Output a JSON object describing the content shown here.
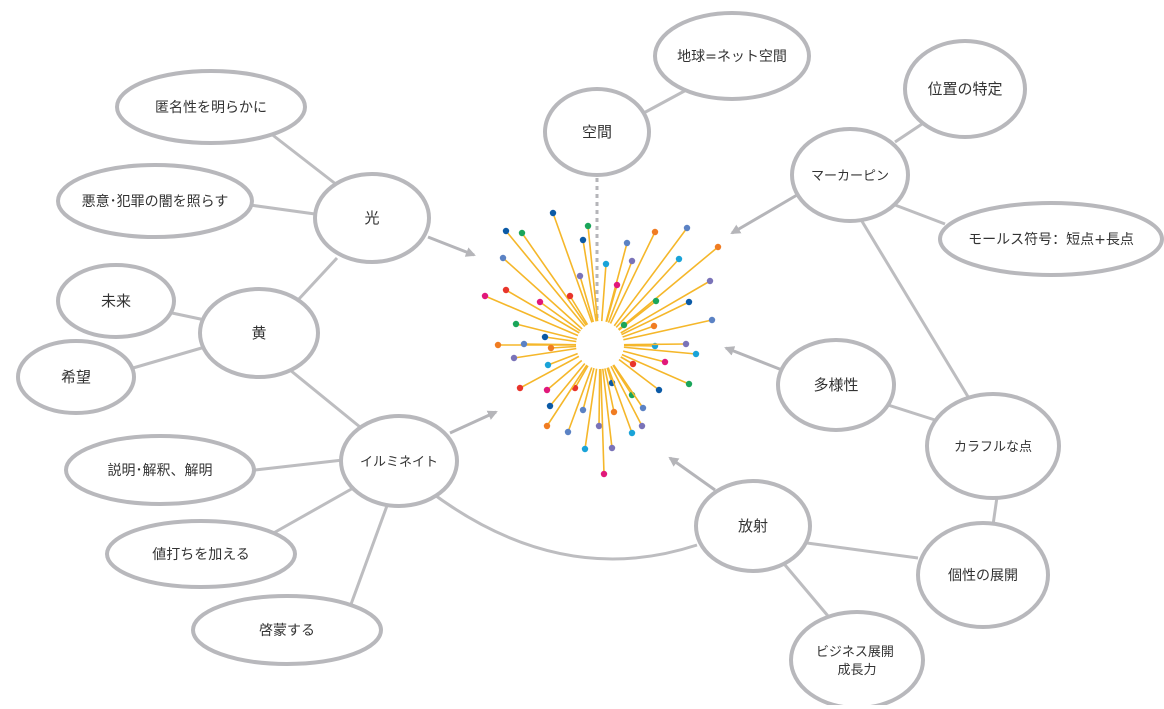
{
  "diagram": {
    "center_label": "",
    "nodes": [
      {
        "id": "kuukan",
        "label": "空間"
      },
      {
        "id": "chikyu",
        "label": "地球=ネット空間"
      },
      {
        "id": "ichi",
        "label": "位置の特定"
      },
      {
        "id": "marker",
        "label": "マーカーピン"
      },
      {
        "id": "morse",
        "label": "モールス符号：短点+長点"
      },
      {
        "id": "tokumei",
        "label": "匿名性を明らかに"
      },
      {
        "id": "hikari",
        "label": "光"
      },
      {
        "id": "akui",
        "label": "悪意･犯罪の闇を照らす"
      },
      {
        "id": "mirai",
        "label": "未来"
      },
      {
        "id": "ki",
        "label": "黄"
      },
      {
        "id": "kibou",
        "label": "希望"
      },
      {
        "id": "illuminate",
        "label": "イルミネイト"
      },
      {
        "id": "setsumei",
        "label": "説明･解釈、解明"
      },
      {
        "id": "neuchi",
        "label": "値打ちを加える"
      },
      {
        "id": "keimou",
        "label": "啓蒙する"
      },
      {
        "id": "tayou",
        "label": "多様性"
      },
      {
        "id": "colorful",
        "label": "カラフルな点"
      },
      {
        "id": "hoshya",
        "label": "放射"
      },
      {
        "id": "kosei",
        "label": "個性の展開"
      },
      {
        "id": "business",
        "label": "ビジネス展開\n成長力"
      }
    ]
  },
  "colors": {
    "node_stroke": "#b8b8bc",
    "edge": "#bdbdc0",
    "arrow": "#b5b5b9",
    "ray": "#f5b72a",
    "dots": [
      "#0b5aa6",
      "#e8352b",
      "#19a3d8",
      "#f07c22",
      "#1aa55a",
      "#e1187a",
      "#7a73b8",
      "#5b82c4"
    ]
  }
}
